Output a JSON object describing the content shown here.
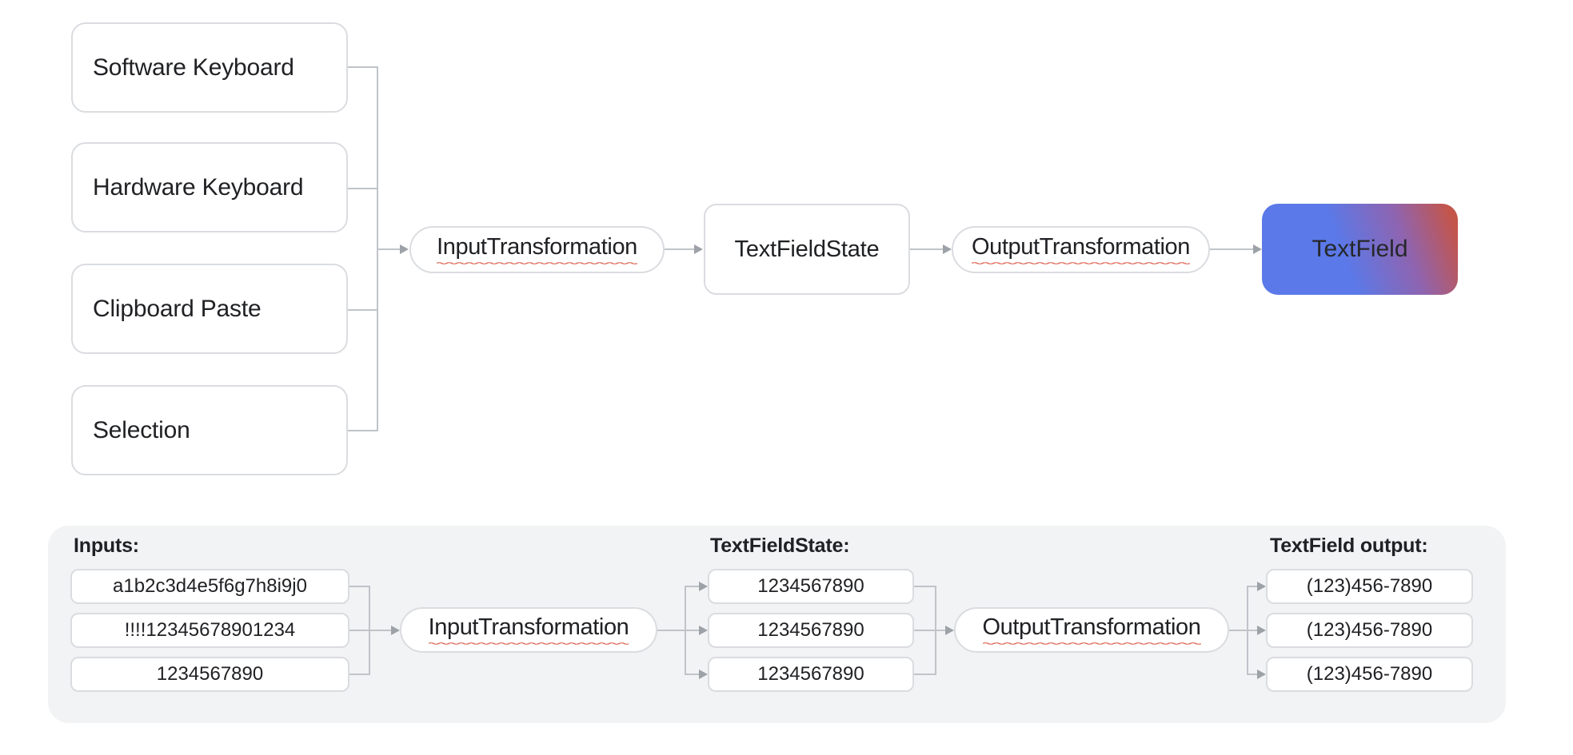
{
  "colors": {
    "text": "#202124",
    "panel-bg": "#f1f3f4",
    "node-border": "#dadce0",
    "connector": "#c0c4c9",
    "arrowhead": "#9da2a8",
    "squiggle": "#e0705f",
    "gradient-blue": "#5b79e8",
    "gradient-purple": "#8f64b0",
    "gradient-red": "#c3554b"
  },
  "flow": {
    "sources": [
      "Software Keyboard",
      "Hardware Keyboard",
      "Clipboard Paste",
      "Selection"
    ],
    "input_transformation": "InputTransformation",
    "state": "TextFieldState",
    "output_transformation": "OutputTransformation",
    "sink": "TextField"
  },
  "example": {
    "inputs_label": "Inputs:",
    "inputs": [
      "a1b2c3d4e5f6g7h8i9j0",
      "!!!!12345678901234",
      "1234567890"
    ],
    "input_transformation": "InputTransformation",
    "state_label": "TextFieldState:",
    "states": [
      "1234567890",
      "1234567890",
      "1234567890"
    ],
    "output_transformation": "OutputTransformation",
    "outputs_label": "TextField output:",
    "outputs": [
      "(123)456-7890",
      "(123)456-7890",
      "(123)456-7890"
    ]
  }
}
